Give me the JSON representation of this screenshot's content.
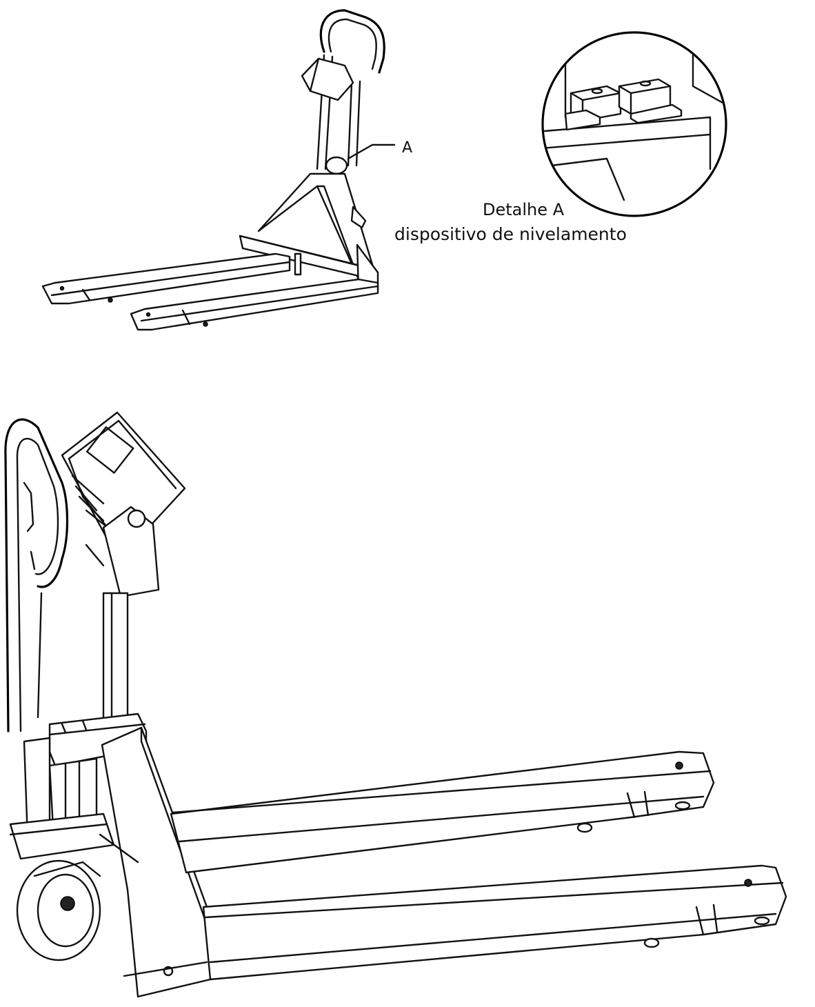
{
  "callout": {
    "marker": "A"
  },
  "detail": {
    "title": "Detalhe A",
    "subtitle": "dispositivo de nivelamento"
  }
}
